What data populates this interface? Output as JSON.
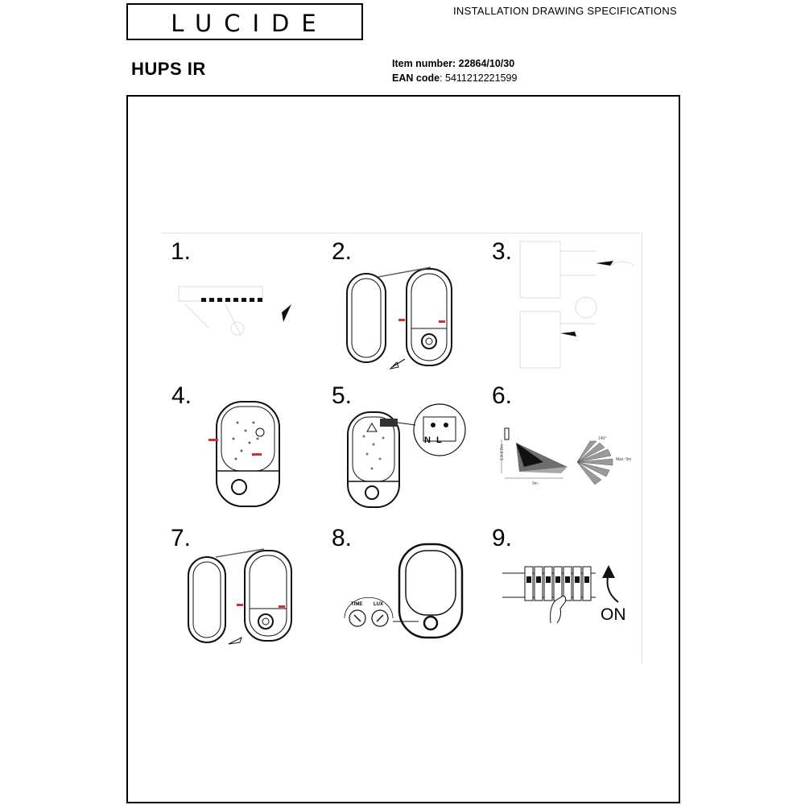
{
  "header": {
    "logo_text": "LUCIDE",
    "doc_type": "INSTALLATION DRAWING SPECIFICATIONS",
    "product_name": "HUPS IR",
    "item_label": "Item number:",
    "item_value": "22864/10/30",
    "ean_label": "EAN code",
    "ean_value": ": 5411212221599"
  },
  "steps": [
    {
      "number": "1."
    },
    {
      "number": "2."
    },
    {
      "number": "3."
    },
    {
      "number": "4."
    },
    {
      "number": "5."
    },
    {
      "number": "6."
    },
    {
      "number": "7."
    },
    {
      "number": "8."
    },
    {
      "number": "9."
    }
  ],
  "illustrations": {
    "terminal_labels": [
      "N",
      "L"
    ],
    "height_label": "1.8-2.5m",
    "distance_label": "9m",
    "angle_label": "140°",
    "max_label": "Max: 9m",
    "dial_time": "TIME",
    "dial_lux": "LUX",
    "switch_on": "ON"
  }
}
